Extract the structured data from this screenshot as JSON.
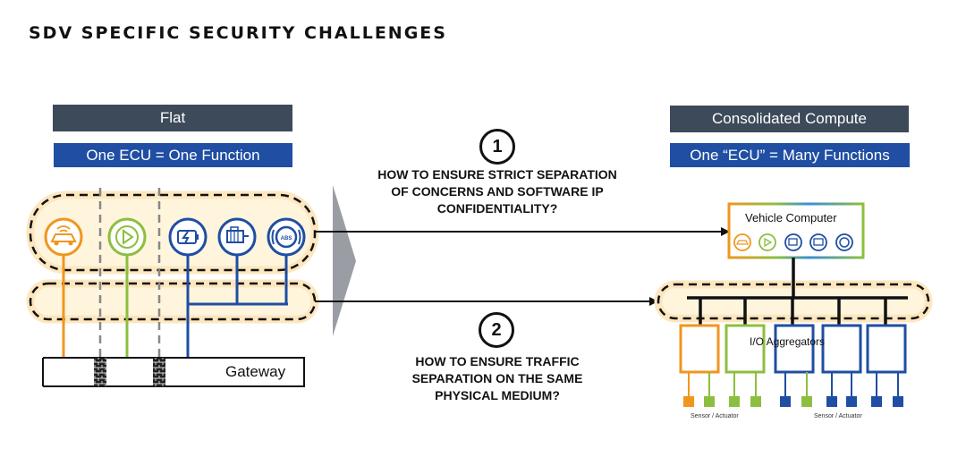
{
  "title": "SDV SPECIFIC SECURITY CHALLENGES",
  "left": {
    "header": "Flat",
    "subheader": "One ECU = One Function",
    "gateway": "Gateway"
  },
  "right": {
    "header": "Consolidated Compute",
    "subheader": "One “ECU” = Many Functions",
    "vehicle_computer": "Vehicle Computer",
    "io_aggregators": "I/O Aggregators",
    "sensor_actuator_left": "Sensor / Actuator",
    "sensor_actuator_right": "Sensor / Actuator"
  },
  "questions": [
    {
      "number": "1",
      "text": "HOW TO ENSURE STRICT SEPARATION OF CONCERNS AND SOFTWARE IP CONFIDENTIALITY?"
    },
    {
      "number": "2",
      "text": "HOW TO ENSURE TRAFFIC SEPARATION ON THE SAME PHYSICAL MEDIUM?"
    }
  ],
  "ecu_icons": [
    {
      "name": "car-wifi-icon",
      "color": "#f0961e"
    },
    {
      "name": "play-icon",
      "color": "#8cbf3f"
    },
    {
      "name": "battery-charge-icon",
      "color": "#1f4ea3"
    },
    {
      "name": "motor-icon",
      "color": "#1f4ea3"
    },
    {
      "name": "abs-icon",
      "color": "#1f4ea3",
      "label": "ABS"
    }
  ],
  "colors": {
    "orange": "#f0961e",
    "green": "#8cbf3f",
    "blue": "#1f4ea3",
    "dark": "#3d4a5a",
    "glow": "#fde7c0"
  }
}
